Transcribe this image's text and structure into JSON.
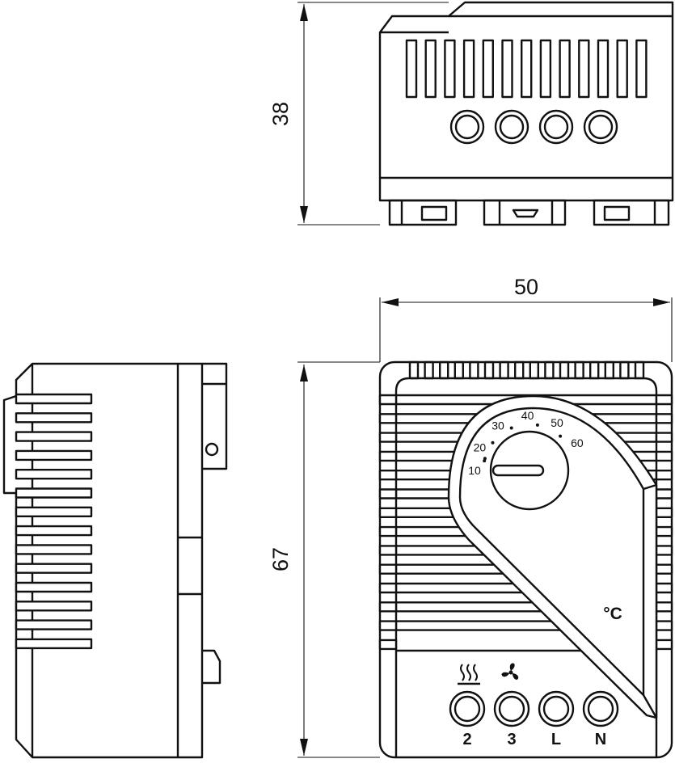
{
  "dimensions": {
    "height_top": "38",
    "width": "50",
    "height_front": "67"
  },
  "dial": {
    "scale": [
      "10",
      "20",
      "30",
      "40",
      "50",
      "60"
    ]
  },
  "unit_label": "°C",
  "terminals": [
    {
      "label": "2",
      "icon": "heater-icon"
    },
    {
      "label": "3",
      "icon": "fan-icon"
    },
    {
      "label": "L",
      "icon": ""
    },
    {
      "label": "N",
      "icon": ""
    }
  ],
  "colors": {
    "line": "#111111",
    "background": "#ffffff"
  }
}
